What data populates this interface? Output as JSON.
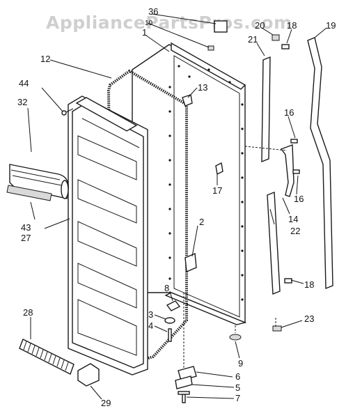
{
  "watermark": "AppliancePartsPros.com",
  "callouts": {
    "c36": "36",
    "c10": "10",
    "c1": "1",
    "c12": "12",
    "c44": "44",
    "c32": "32",
    "c13": "13",
    "c20": "20",
    "c18a": "18",
    "c21": "21",
    "c19": "19",
    "c16a": "16",
    "c16b": "16",
    "c17": "17",
    "c14": "14",
    "c22": "22",
    "c43": "43",
    "c27": "27",
    "c2": "2",
    "c8": "8",
    "c3": "3",
    "c4": "4",
    "c18b": "18",
    "c23": "23",
    "c28": "28",
    "c9": "9",
    "c6": "6",
    "c5": "5",
    "c7": "7",
    "c29": "29"
  }
}
